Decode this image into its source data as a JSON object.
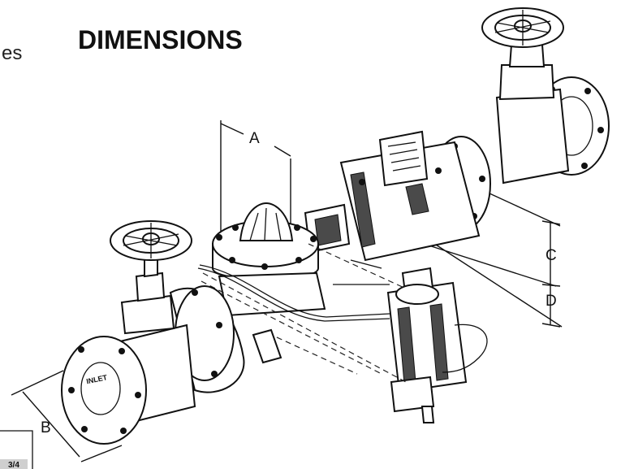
{
  "page": {
    "title": "DIMENSIONS",
    "side_text_fragment": "es",
    "corner_fragment": "3/4"
  },
  "diagram": {
    "dimension_labels": {
      "a": "A",
      "b": "B",
      "c": "C",
      "d": "D"
    },
    "inlet_label": "INLET"
  }
}
